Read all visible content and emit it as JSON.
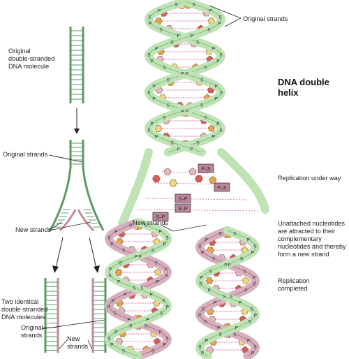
{
  "title": "DNA double helix",
  "labels": {
    "original_molecule": "Original\ndouble-stranded\nDNA molecule",
    "original_strands_left": "Original strands",
    "new_strands_left": "New strands",
    "two_identical": "Two identical\ndouble-stranded\nDNA molecules",
    "original_strands_bottom": "Original\nstrands",
    "new_strands_bottom": "New\nstrands",
    "original_strands_top": "Original strands",
    "replication_under_way": "Replication under way",
    "unattached_nucleotides": "Unattached nucleotides\nare attracted to their\ncomplementary\nnucleotides and thereby\nform a new strand",
    "new_strands_center": "New strands",
    "replication_completed": "Replication\ncompleted"
  },
  "backbone_letters": {
    "sugar": "S",
    "phosphate": "P"
  },
  "free_nucleotides": [
    {
      "label": "P–S"
    },
    {
      "label": "S–P"
    },
    {
      "label": "P–S"
    },
    {
      "label": "S–P"
    },
    {
      "label": "S–P"
    }
  ],
  "colors": {
    "original_strand": "#bfe3b4",
    "original_strand_edge": "#5a9a63",
    "new_strand": "#d8b0bd",
    "new_strand_edge": "#8a4b63",
    "base_yellow": "#f1d77a",
    "base_red": "#d85a5a",
    "base_orange": "#e8a24a",
    "base_pink": "#e8b4c0",
    "pairing_line": "#d04a8a",
    "free_nucleotide": "#b8869a"
  }
}
